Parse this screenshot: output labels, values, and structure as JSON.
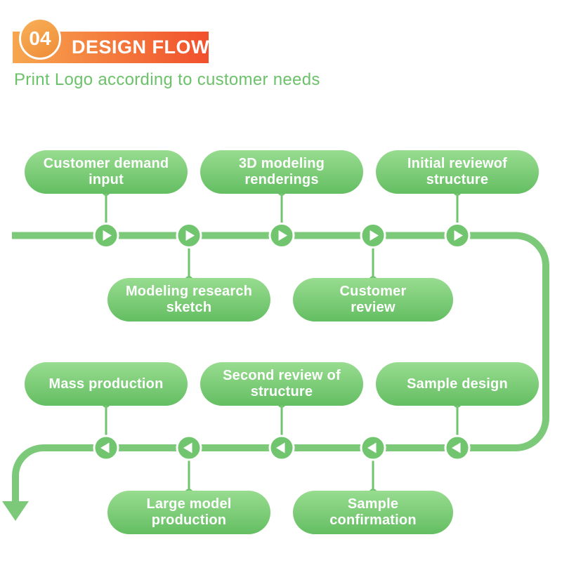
{
  "header": {
    "step_number": "04",
    "title": "DESIGN FLOW",
    "subtitle": "Print Logo according to customer needs"
  },
  "flow": {
    "stage1_direction": "right",
    "stage2_direction": "left",
    "end_marker": "down-arrow",
    "nodes": [
      {
        "label": "Customer demand\ninput",
        "row": "top-1"
      },
      {
        "label": "3D modeling\nrenderings",
        "row": "top-1"
      },
      {
        "label": "Initial reviewof\nstructure",
        "row": "top-1"
      },
      {
        "label": "Modeling research\nsketch",
        "row": "bottom-1"
      },
      {
        "label": "Customer\nreview",
        "row": "bottom-1"
      },
      {
        "label": "Mass production",
        "row": "top-2"
      },
      {
        "label": "Second review of\nstructure",
        "row": "top-2"
      },
      {
        "label": "Sample design",
        "row": "top-2"
      },
      {
        "label": "Large model\nproduction",
        "row": "bottom-2"
      },
      {
        "label": "Sample\nconfirmation",
        "row": "bottom-2"
      }
    ]
  },
  "colors": {
    "banner_gradient_start": "#F7A64F",
    "banner_gradient_end": "#F1502C",
    "badge_orange": "#F4A145",
    "subtitle_green": "#6BC269",
    "pill_gradient_top": "#98DC90",
    "pill_gradient_bottom": "#64BE62",
    "flow_line_green": "#7CC97A",
    "connector_green": "#6FC46D",
    "arrow_circle_green": "#72C56F"
  }
}
